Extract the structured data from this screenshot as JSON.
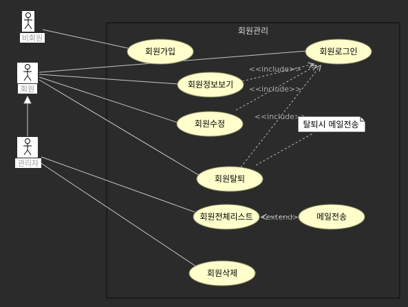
{
  "system": {
    "title": "회원관리"
  },
  "actors": {
    "nonmember": "비회원",
    "member": "회원",
    "admin": "관리자"
  },
  "usecases": {
    "signup": "회원가입",
    "login": "회원로그인",
    "view_info": "회원정보보기",
    "edit": "회원수정",
    "withdraw": "회원탈퇴",
    "list_all": "회원전체리스트",
    "send_mail": "메일전송",
    "delete": "회원삭제"
  },
  "relations": {
    "include1": "<<include>>",
    "include2": "<<include>>",
    "include3": "<<include>>",
    "extend": "<<extend>>"
  },
  "note": {
    "text": "탈퇴시 메일전송"
  },
  "colors": {
    "background": "#2b2b2b",
    "usecase_fill": "#ffffcc",
    "line": "#c8c8c8",
    "dashed": "#bdbdbd",
    "stereotype_text": "#a9a9a9",
    "actor_fill": "#ffffff",
    "actor_label": "#9a9a9a"
  }
}
